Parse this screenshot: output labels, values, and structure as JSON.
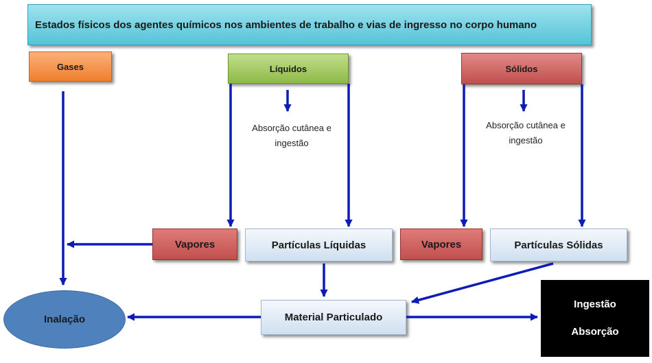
{
  "title": "Estados físicos dos agentes químicos nos ambientes de trabalho e vias de ingresso no corpo humano",
  "states": {
    "gases": "Gases",
    "liquidos": "Líquidos",
    "solidos": "Sólidos"
  },
  "annotations": {
    "liquidos_line1": "Absorção cutânea e",
    "liquidos_line2": "ingestão",
    "solidos_line1": "Absorção cutânea e",
    "solidos_line2": "ingestão"
  },
  "forms": {
    "vapores_liquidos": "Vapores",
    "particulas_liquidas": "Partículas Líquidas",
    "vapores_solidos": "Vapores",
    "particulas_solidas": "Partículas Sólidas",
    "material_particulado": "Material Particulado"
  },
  "routes": {
    "inalacao": "Inalação",
    "ingestao": "Ingestão",
    "absorcao": "Absorção"
  },
  "colors": {
    "arrow": "#0c1cb4",
    "title_fill": "#7fd3e3",
    "gases_fill": "#f79646",
    "liquidos_fill": "#9bbb59",
    "solidos_fill": "#c0504d",
    "inalacao_fill": "#4f81bd"
  }
}
